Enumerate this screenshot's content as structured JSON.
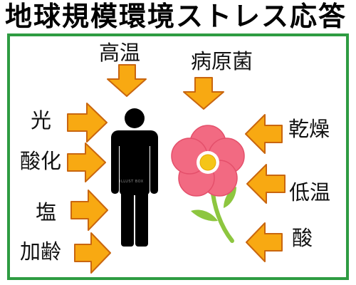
{
  "title": "地球規模環境ストレス応答",
  "labels": {
    "high_temperature": "高温",
    "pathogen": "病原菌",
    "light": "光",
    "oxidation": "酸化",
    "salt": "塩",
    "aging": "加齢",
    "drying": "乾燥",
    "low_temperature": "低温",
    "acid": "酸"
  },
  "watermark": "ILLUST BOX",
  "icons": {
    "person": "person-silhouette-icon",
    "flower": "flower-icon",
    "arrow_down": "arrow-down-icon",
    "arrow_right": "arrow-right-icon",
    "arrow_left": "arrow-left-icon"
  },
  "colors": {
    "border": "#2e9c42",
    "arrow_fill": "#f8a912",
    "arrow_stroke": "#c9660f",
    "petal": "#f26a82",
    "stem": "#8dc63f",
    "flower_center": "#f5c518",
    "figure": "#000000"
  }
}
